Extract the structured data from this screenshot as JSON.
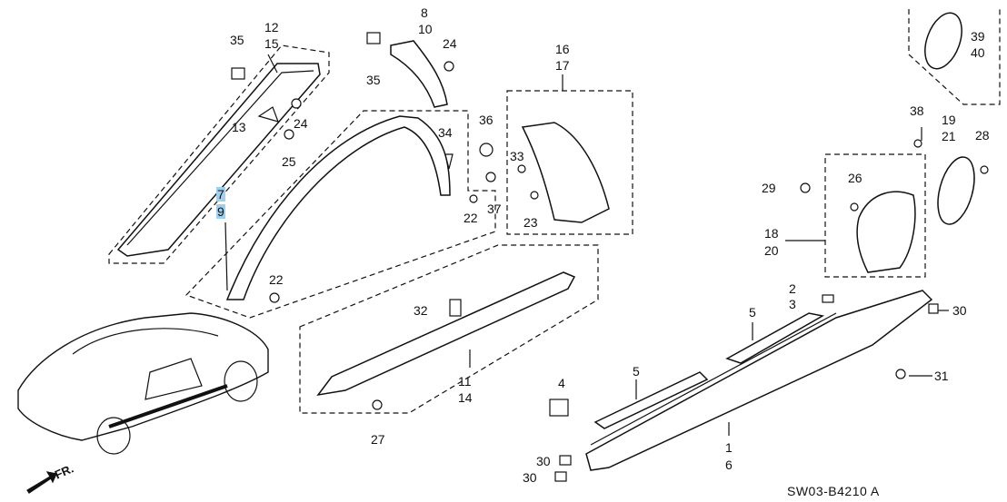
{
  "labels": {
    "p35a": "35",
    "p12": "12",
    "p15": "15",
    "p13": "13",
    "p24a": "24",
    "p25": "25",
    "p8": "8",
    "p10": "10",
    "p24b": "24",
    "p35b": "35",
    "p34": "34",
    "p36": "36",
    "p33": "33",
    "p37": "37",
    "p22a": "22",
    "p23": "23",
    "p16": "16",
    "p17": "17",
    "p7": "7",
    "p9": "9",
    "p22b": "22",
    "p32": "32",
    "p11": "11",
    "p14": "14",
    "p27": "27",
    "p39": "39",
    "p40": "40",
    "p38": "38",
    "p19": "19",
    "p21": "21",
    "p28": "28",
    "p29": "29",
    "p26": "26",
    "p18": "18",
    "p20": "20",
    "p2": "2",
    "p3": "3",
    "p30a": "30",
    "p5a": "5",
    "p5b": "5",
    "p4": "4",
    "p31": "31",
    "p1": "1",
    "p6": "6",
    "p30b": "30",
    "p30c": "30"
  },
  "direction": "FR.",
  "diagram_code": "SW03-B4210 A",
  "highlight_color": "#9fd0ee"
}
